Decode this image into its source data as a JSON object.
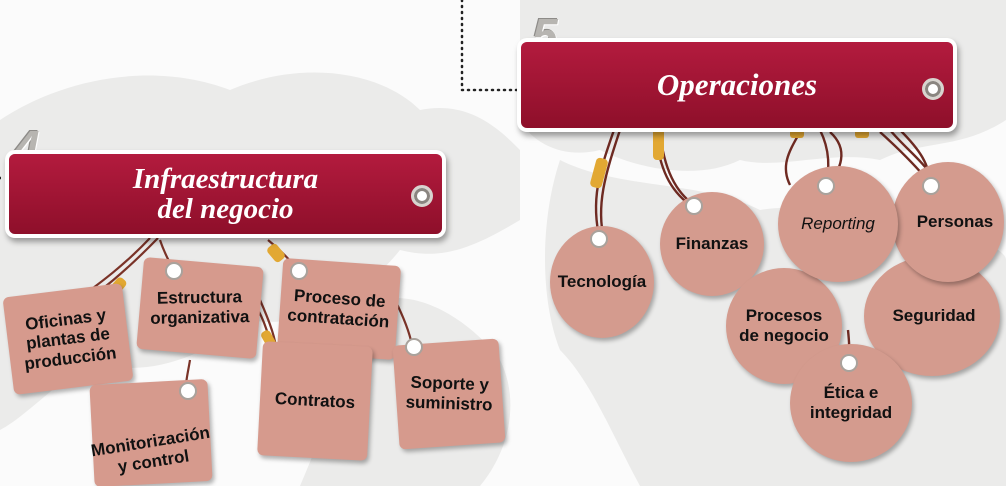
{
  "colors": {
    "banner": "#a3173a",
    "tag": "#d69a8d",
    "string": "#6e2a22",
    "clip": "#e0a832",
    "number": "#b7b5b1"
  },
  "section4": {
    "number": "4",
    "title": "Infraestructura\ndel negocio",
    "items": [
      "Oficinas y\nplantas de\nproducción",
      "Estructura\norganizativa",
      "Proceso de\ncontratación",
      "Monitorización\ny control",
      "Contratos",
      "Soporte y\nsuministro"
    ]
  },
  "section5": {
    "number": "5",
    "title": "Operaciones",
    "items": [
      "Tecnología",
      "Finanzas",
      "Reporting",
      "Personas",
      "Procesos\nde negocio",
      "Seguridad",
      "Ética e\nintegridad"
    ]
  }
}
